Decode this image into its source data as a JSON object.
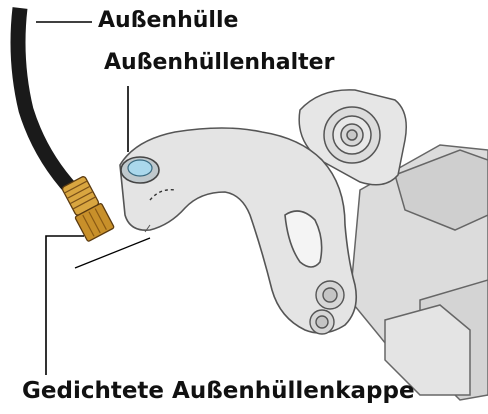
{
  "labels": {
    "outer_casing": "Außenhülle",
    "casing_holder": "Außenhüllenhalter",
    "sealed_casing_cap": "Gedichtete Außenhüllenkappe"
  },
  "colors": {
    "cable": "#1a1a1a",
    "cap": "#c8902a",
    "component_fill": "#e2e2e2",
    "component_stroke": "#555555",
    "holder_highlight": "#aad8ec",
    "leader_line": "#000000"
  }
}
